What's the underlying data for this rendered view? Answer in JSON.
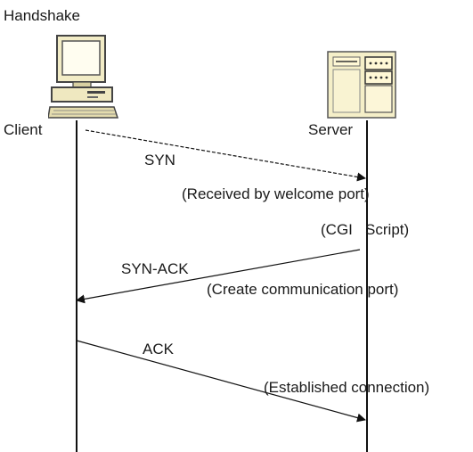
{
  "title": "Handshake",
  "client": {
    "label": "Client",
    "icon": "computer-icon"
  },
  "server": {
    "label": "Server",
    "icon": "server-icon"
  },
  "messages": [
    {
      "label": "SYN",
      "from": "client",
      "to": "server"
    },
    {
      "label": "SYN-ACK",
      "from": "server",
      "to": "client"
    },
    {
      "label": "ACK",
      "from": "client",
      "to": "server"
    }
  ],
  "notes": [
    "(Received by welcome port)",
    "(CGI   Script)",
    "(Create communication port)",
    "(Established connection)"
  ]
}
